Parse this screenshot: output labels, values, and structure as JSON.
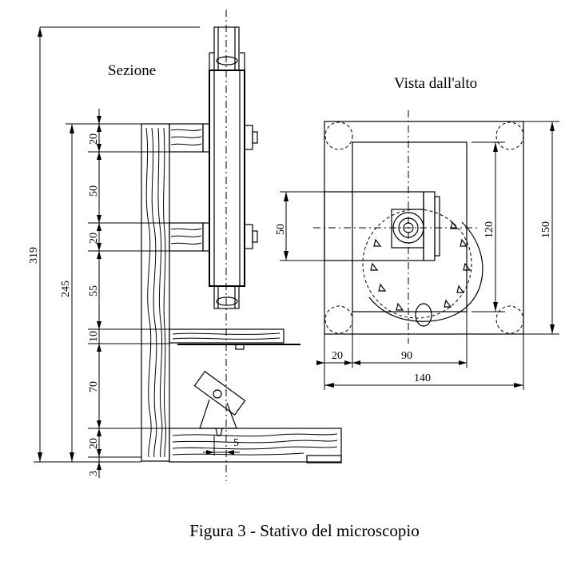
{
  "labels": {
    "section": "Sezione",
    "top_view": "Vista dall'alto",
    "caption": "Figura 3 - Stativo del microscopio"
  },
  "section_dims": {
    "total": "319",
    "column": "245",
    "segments": [
      "20",
      "50",
      "20",
      "55",
      "10",
      "70",
      "20",
      "3"
    ],
    "mirror_offset": "5"
  },
  "top_dims": {
    "depth": "150",
    "inner": "120",
    "bracket": "50",
    "offset": "20",
    "span": "90",
    "width": "140"
  }
}
